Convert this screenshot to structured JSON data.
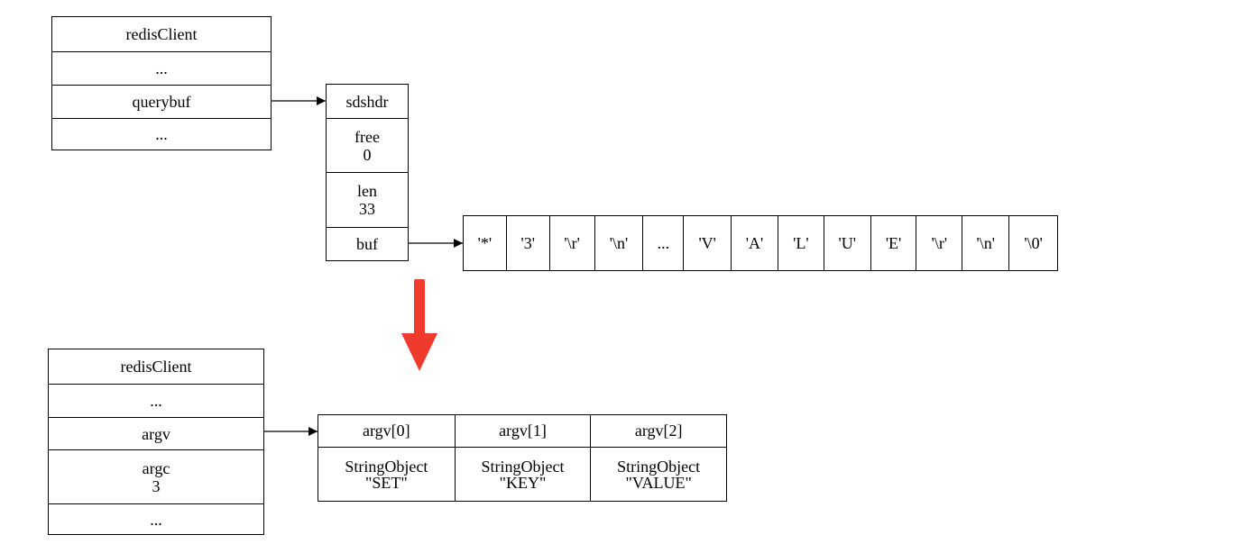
{
  "top_client": {
    "title": "redisClient",
    "rows": [
      "...",
      "querybuf",
      "..."
    ]
  },
  "sdshdr": {
    "title": "sdshdr",
    "free_label": "free",
    "free_value": "0",
    "len_label": "len",
    "len_value": "33",
    "buf_label": "buf"
  },
  "buffer": {
    "chars": [
      "'*'",
      "'3'",
      "'\\r'",
      "'\\n'",
      "...",
      "'V'",
      "'A'",
      "'L'",
      "'U'",
      "'E'",
      "'\\r'",
      "'\\n'",
      "'\\0'"
    ]
  },
  "bottom_client": {
    "title": "redisClient",
    "row1": "...",
    "argv_label": "argv",
    "argc_label": "argc",
    "argc_value": "3",
    "row_last": "..."
  },
  "argv_array": {
    "items": [
      {
        "index": "argv[0]",
        "type": "StringObject",
        "value": "\"SET\""
      },
      {
        "index": "argv[1]",
        "type": "StringObject",
        "value": "\"KEY\""
      },
      {
        "index": "argv[2]",
        "type": "StringObject",
        "value": "\"VALUE\""
      }
    ]
  },
  "colors": {
    "transform_arrow": "#f03a2e",
    "line": "#000000"
  }
}
